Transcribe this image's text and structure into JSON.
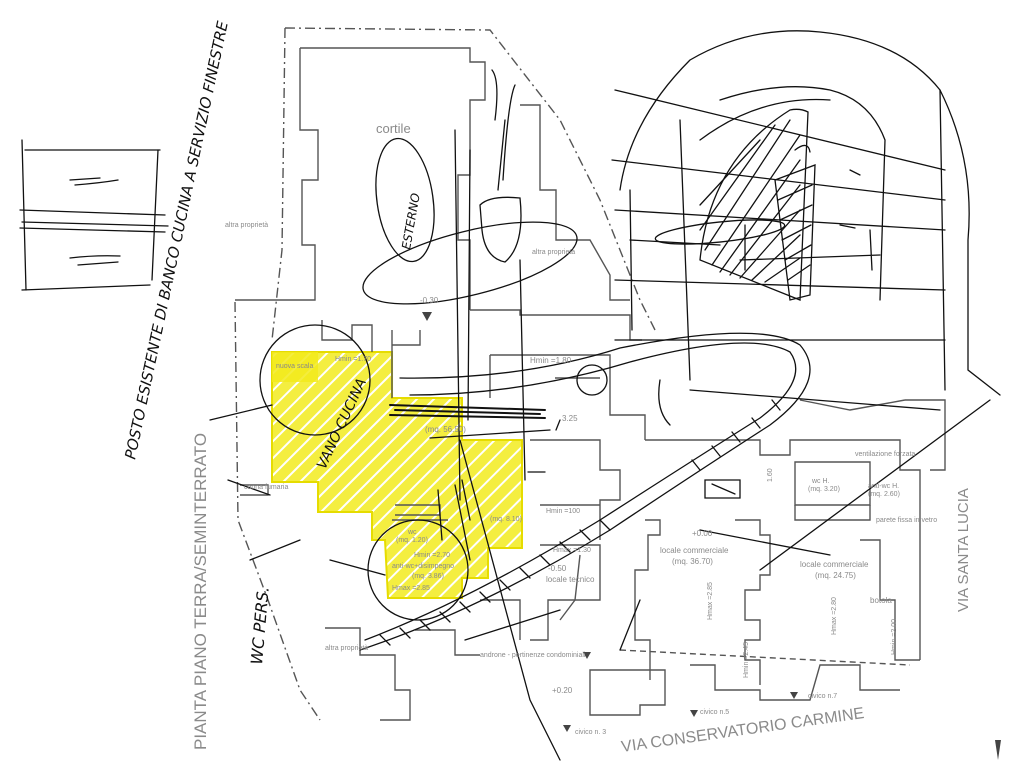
{
  "plan": {
    "title": "PIANTA PIANO TERRA/SEMINTERRATO",
    "street_bottom": "VIA CONSERVATORIO CARMINE",
    "street_right": "VIA SANTA LUCIA",
    "cortile": "cortile",
    "altra_proprieta_1": "altra proprietà",
    "altra_proprieta_2": "altra proprietà",
    "altra_proprieta_3": "altra proprietà",
    "level_cortile": "-0.30",
    "level_zero": "+0.00",
    "level_minus": "-0.50",
    "level_plus": "+0.20",
    "nuova_scala": "nuova scala",
    "hmin_top": "Hmin =1.70",
    "hmin_180": "Hmin =1.80",
    "dim_325": "3.25",
    "mq_5650": "(mq. 56.50)",
    "canna_fumaria": "canna fumaria",
    "hmin_100": "Hmin =100",
    "mq_810": "(mq. 8.10)",
    "hmax_130": "Hmax =1.30",
    "locale_tecnico": "locale tecnico",
    "wc_label": "wc",
    "mq_120": "(mq. 1.20)",
    "hmin_270": "Hmin =2.70",
    "anti_wc_label": "anti-wc+disimpegno",
    "mq_386": "(mq. 3.86)",
    "hmax_285": "Hmax =2.85",
    "locale_comm_1": "locale commerciale",
    "mq_3670": "(mq. 36.70)",
    "hmax_285b": "Hmax =2.85",
    "hmin_245": "Hmin =2.45",
    "locale_comm_2": "locale commerciale",
    "mq_2475": "(mq. 24.75)",
    "hmax_280": "Hmax =2.80",
    "hmin_200": "Hmin =2.00",
    "botola": "botola",
    "wc_h": "wc H.",
    "mq_320": "(mq. 3.20)",
    "anti_wc_h": "anti-wc H.",
    "mq_260": "(mq. 2.60)",
    "ventilazione": "ventilazione forzata",
    "parete": "parete fissa in vetro",
    "androne": "androne - pertinenze condominiali",
    "civico_3": "civico n. 3",
    "civico_5": "civico n.5",
    "civico_7": "civico n.7",
    "dim_160": "1.60"
  },
  "sketch": {
    "note_left": "POSTO ESISTENTE DI BANCO CUCINA A SERVIZIO FINESTRE",
    "note_cucina": "VANO CUCINA",
    "note_wc": "WC PERS.",
    "note_esterno": "ESTERNO"
  },
  "colors": {
    "ink": "#111111",
    "plan_line": "#555555",
    "plan_text": "#8a8a8a",
    "highlight": "#f2ea1c"
  }
}
